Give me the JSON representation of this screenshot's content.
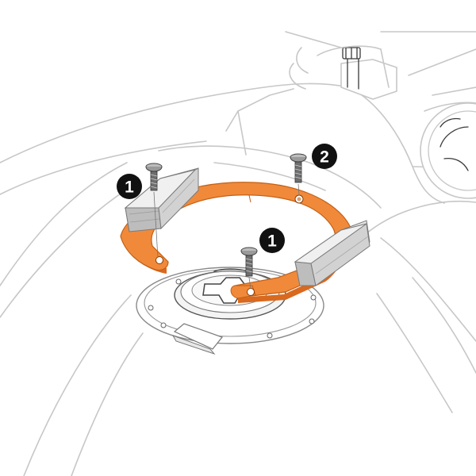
{
  "colors": {
    "ring_orange": "#f08a3a",
    "ring_orange_dark": "#d9691e",
    "pad_light": "#e4e4e4",
    "pad_mid": "#bdbdbd",
    "pad_dark": "#8f8f8f",
    "screw_body": "#8a8a8a",
    "badge_fill": "#111111",
    "badge_text": "#ffffff",
    "outline": "#c7c7c7"
  },
  "callouts": [
    {
      "id": "screw-left",
      "label": "1"
    },
    {
      "id": "screw-center",
      "label": "1"
    },
    {
      "id": "screw-right",
      "label": "2"
    }
  ],
  "parts": {
    "ring": "orange-tank-ring",
    "pads": [
      "left-rubber-pad",
      "right-rubber-pad"
    ],
    "filler_cap": "fuel-filler-cap",
    "tank": "fuel-tank-outline"
  }
}
